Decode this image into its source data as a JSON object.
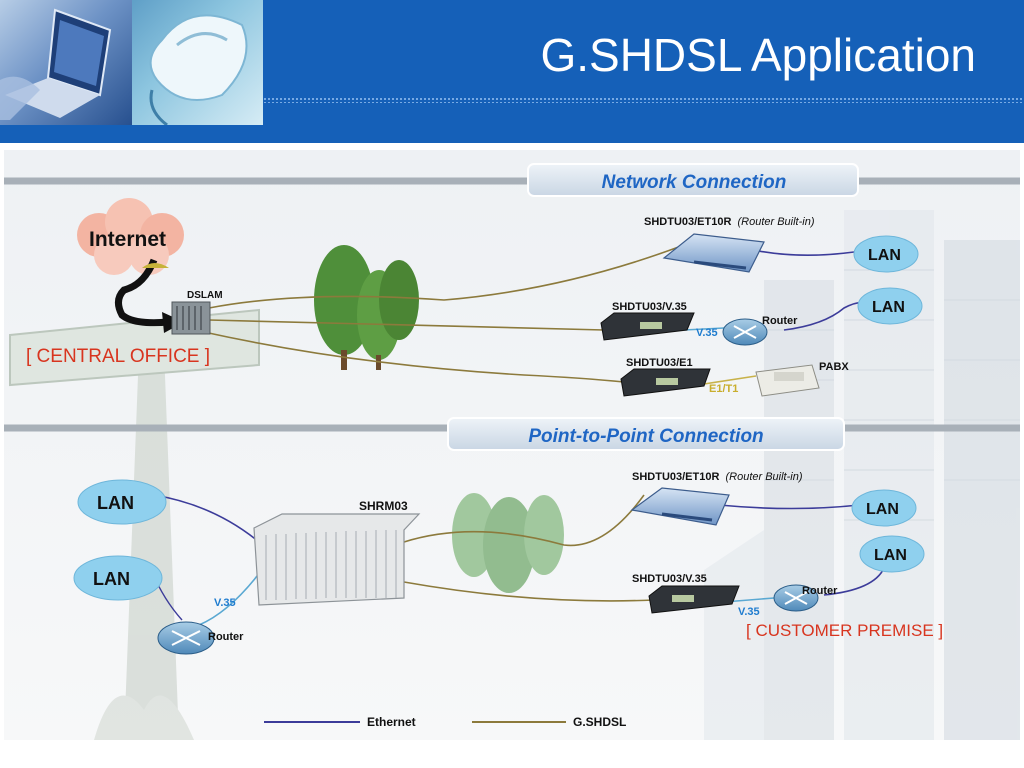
{
  "slide": {
    "title": "G.SHDSL Application"
  },
  "diagram": {
    "sections": [
      {
        "label": "Network Connection"
      },
      {
        "label": "Point-to-Point Connection"
      }
    ],
    "labels": {
      "internet": "Internet",
      "dslam": "DSLAM",
      "central_office": "[ CENTRAL OFFICE ]",
      "customer_premise": "[ CUSTOMER PREMISE ]",
      "shrm": "SHRM03",
      "pabx": "PABX",
      "e1t1": "E1/T1",
      "router": "Router",
      "v35": "V.35",
      "lan": "LAN",
      "shdtu_et10r": "SHDTU03/ET10R",
      "router_builtin": "(Router Built-in)",
      "shdtu_v35": "SHDTU03/V.35",
      "shdtu_e1": "SHDTU03/E1"
    },
    "legend": [
      {
        "name": "Ethernet",
        "color": "#3c3c9a"
      },
      {
        "name": "G.SHDSL",
        "color": "#8c7a3c"
      }
    ],
    "colors": {
      "header": "#1560b8",
      "section_text": "#1f66c4",
      "office_text": "#d8351f",
      "cloud": "#8fd0ee",
      "ethernet": "#3c3c9a",
      "shdsl": "#8c7a3c"
    }
  }
}
